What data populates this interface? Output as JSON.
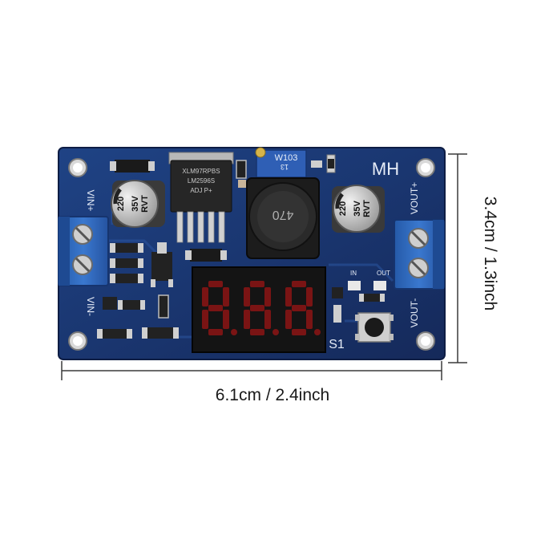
{
  "dimensions": {
    "width_label": "6.1cm / 2.4inch",
    "height_label": "3.4cm / 1.3inch"
  },
  "board": {
    "brand": "MH",
    "trimmer_label": "W103",
    "trimmer_sub": "13",
    "inductor_label": "470",
    "ic_label_line1": "XLM97RPBS",
    "ic_label_line2": "LM2596S",
    "ic_label_line3": "ADJ P+",
    "cap_left": [
      "220",
      "35V",
      "RVT"
    ],
    "cap_right": [
      "220",
      "35V",
      "RVT"
    ],
    "switch_label": "S1",
    "led_in_label": "IN",
    "led_out_label": "OUT",
    "vin_plus": "VIN+",
    "vin_minus": "VIN-",
    "vout_plus": "VOUT+",
    "vout_minus": "VOUT-"
  },
  "colors": {
    "pcb": "#1d3d78",
    "terminal": "#2f63b8",
    "display_segment": "#7a1414"
  }
}
